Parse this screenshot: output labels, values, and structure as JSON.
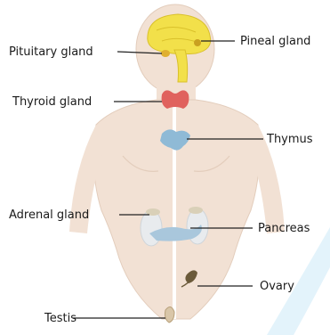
{
  "labels": {
    "pituitary": "Pituitary gland",
    "pineal": "Pineal gland",
    "thyroid": "Thyroid gland",
    "thymus": "Thymus",
    "adrenal": "Adrenal gland",
    "pancreas": "Pancreas",
    "ovary": "Ovary",
    "testis": "Testis"
  },
  "colors": {
    "skin": "#f2e1d4",
    "skin_edge": "#e3cdbc",
    "brain": "#f2e04a",
    "brain_edge": "#d9c02a",
    "thyroid": "#e0625e",
    "thymus": "#8fbad6",
    "pancreas": "#a9c7dc",
    "kidney": "#e8ebee",
    "ovary": "#6b5a3a",
    "watermark": "#e3f3fb"
  }
}
